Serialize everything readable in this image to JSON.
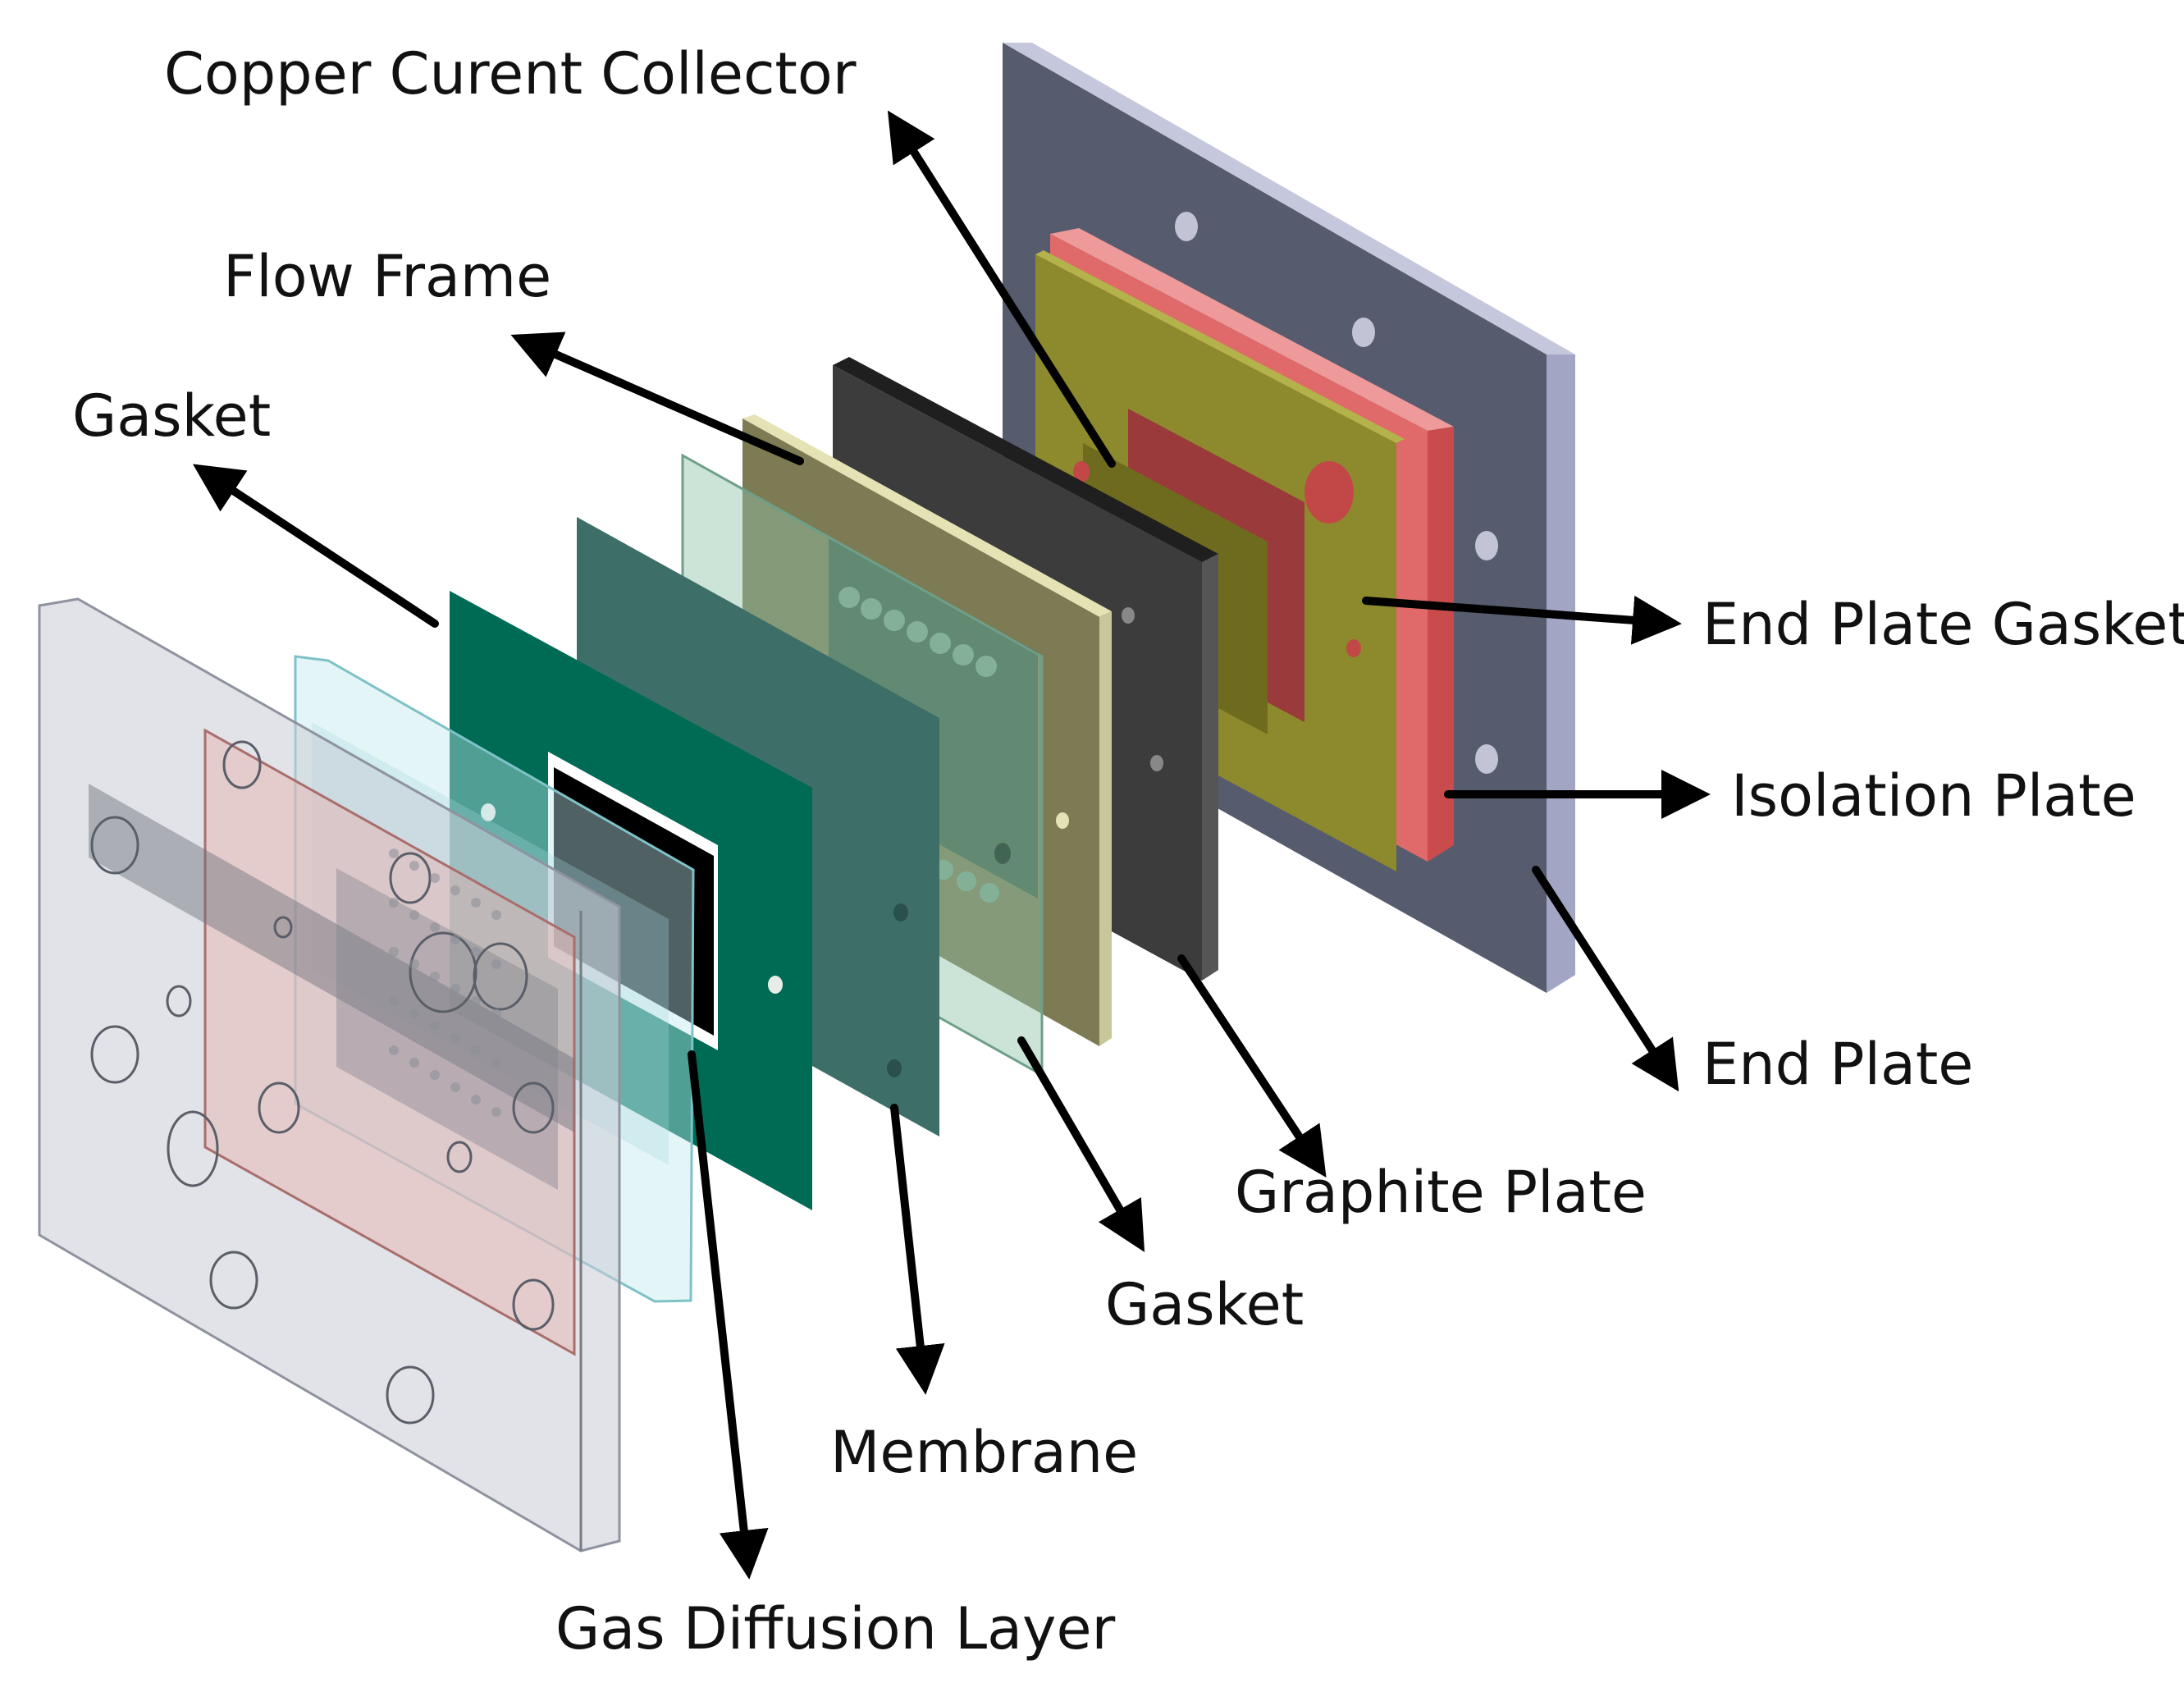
{
  "labels": {
    "copper_collector": "Copper Curent Collector",
    "flow_frame": "Flow Frame",
    "gasket_top": "Gasket",
    "end_plate_gasket": "End Plate Gasket",
    "isolation_plate": "Isolation Plate",
    "end_plate": "End Plate",
    "graphite_plate": "Graphite Plate",
    "gasket_bottom": "Gasket",
    "membrane": "Membrane",
    "gas_diffusion_layer": "Gas Diffusion Layer"
  },
  "colors": {
    "end_plate": "#565c6e",
    "isolation_plate": "#e06a6a",
    "copper_collector": "#8c8a2c",
    "graphite_plate": "#3c3c3c",
    "flow_frame": "#7d7b53",
    "gasket": "#3a8a72",
    "membrane": "#3d6f68",
    "gdl": "#000000",
    "arrow": "#000000"
  }
}
